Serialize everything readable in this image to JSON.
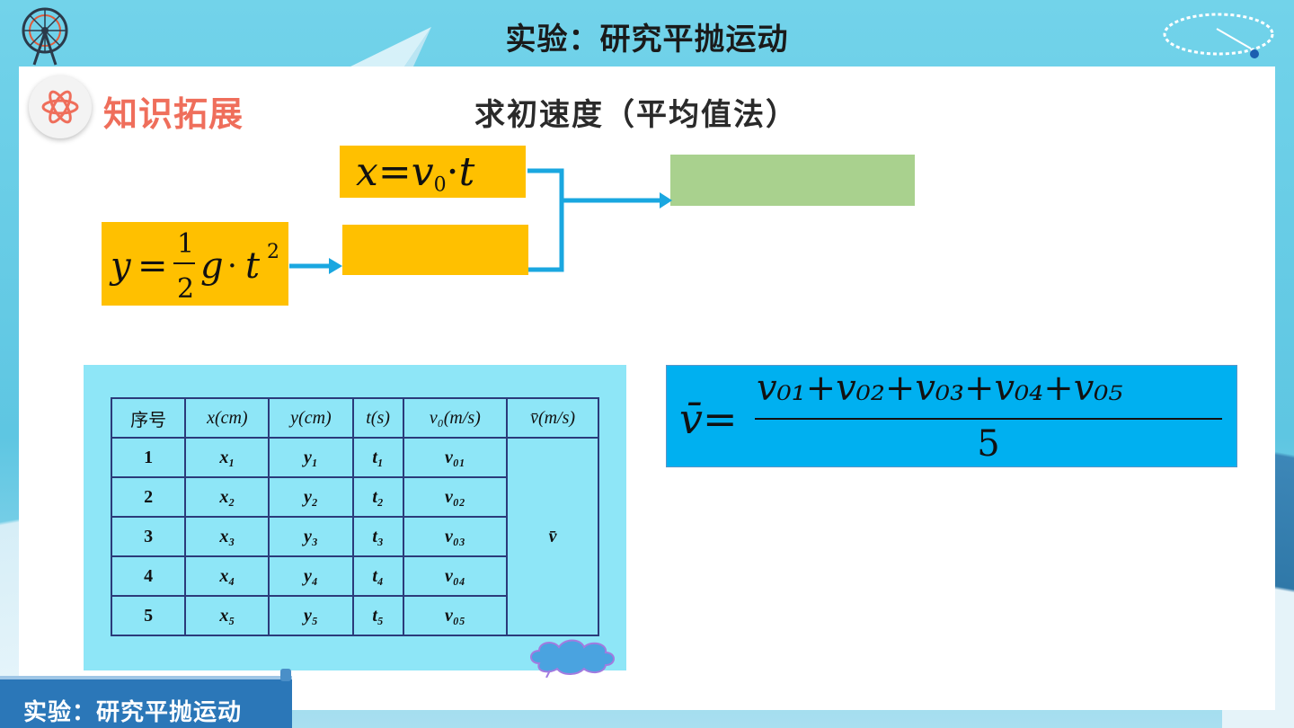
{
  "header": {
    "title": "实验：研究平抛运动"
  },
  "section": {
    "badge_label": "知识拓展",
    "subtitle": "求初速度（平均值法）"
  },
  "formulas": {
    "x_formula": "x=v₀·t",
    "y_formula_lhs": "y=",
    "y_formula_num": "1",
    "y_formula_den": "2",
    "y_formula_rhs": "g·t²",
    "avg_lhs": "v̄=",
    "avg_numerator": "v₀₁+v₀₂+v₀₃+v₀₄+v₀₅",
    "avg_denominator": "5"
  },
  "table": {
    "headers": [
      "序号",
      "x(cm)",
      "y(cm)",
      "t(s)",
      "v₀(m/s)",
      "v̄(m/s)"
    ],
    "rows": [
      [
        "1",
        "x₁",
        "y₁",
        "t₁",
        "v₀₁"
      ],
      [
        "2",
        "x₂",
        "y₂",
        "t₂",
        "v₀₂"
      ],
      [
        "3",
        "x₃",
        "y₃",
        "t₃",
        "v₀₃"
      ],
      [
        "4",
        "x₄",
        "y₄",
        "t₄",
        "v₀₄"
      ],
      [
        "5",
        "x₅",
        "y₅",
        "t₅",
        "v₀₅"
      ]
    ],
    "merged_cell": "v̄"
  },
  "footer": {
    "label": "实验：研究平抛运动"
  },
  "colors": {
    "orange_box": "#ffc000",
    "green_box": "#a9d18e",
    "blue_box": "#00b0f0",
    "table_bg": "#8ee6f7",
    "arrow": "#1aa7e0",
    "badge_text": "#ef6e5b"
  },
  "icons": {
    "logo": "ferris-wheel-icon",
    "badge": "atom-icon",
    "orbit": "orbit-icon",
    "cloud": "cloud-icon",
    "plane": "paper-plane-icon"
  }
}
